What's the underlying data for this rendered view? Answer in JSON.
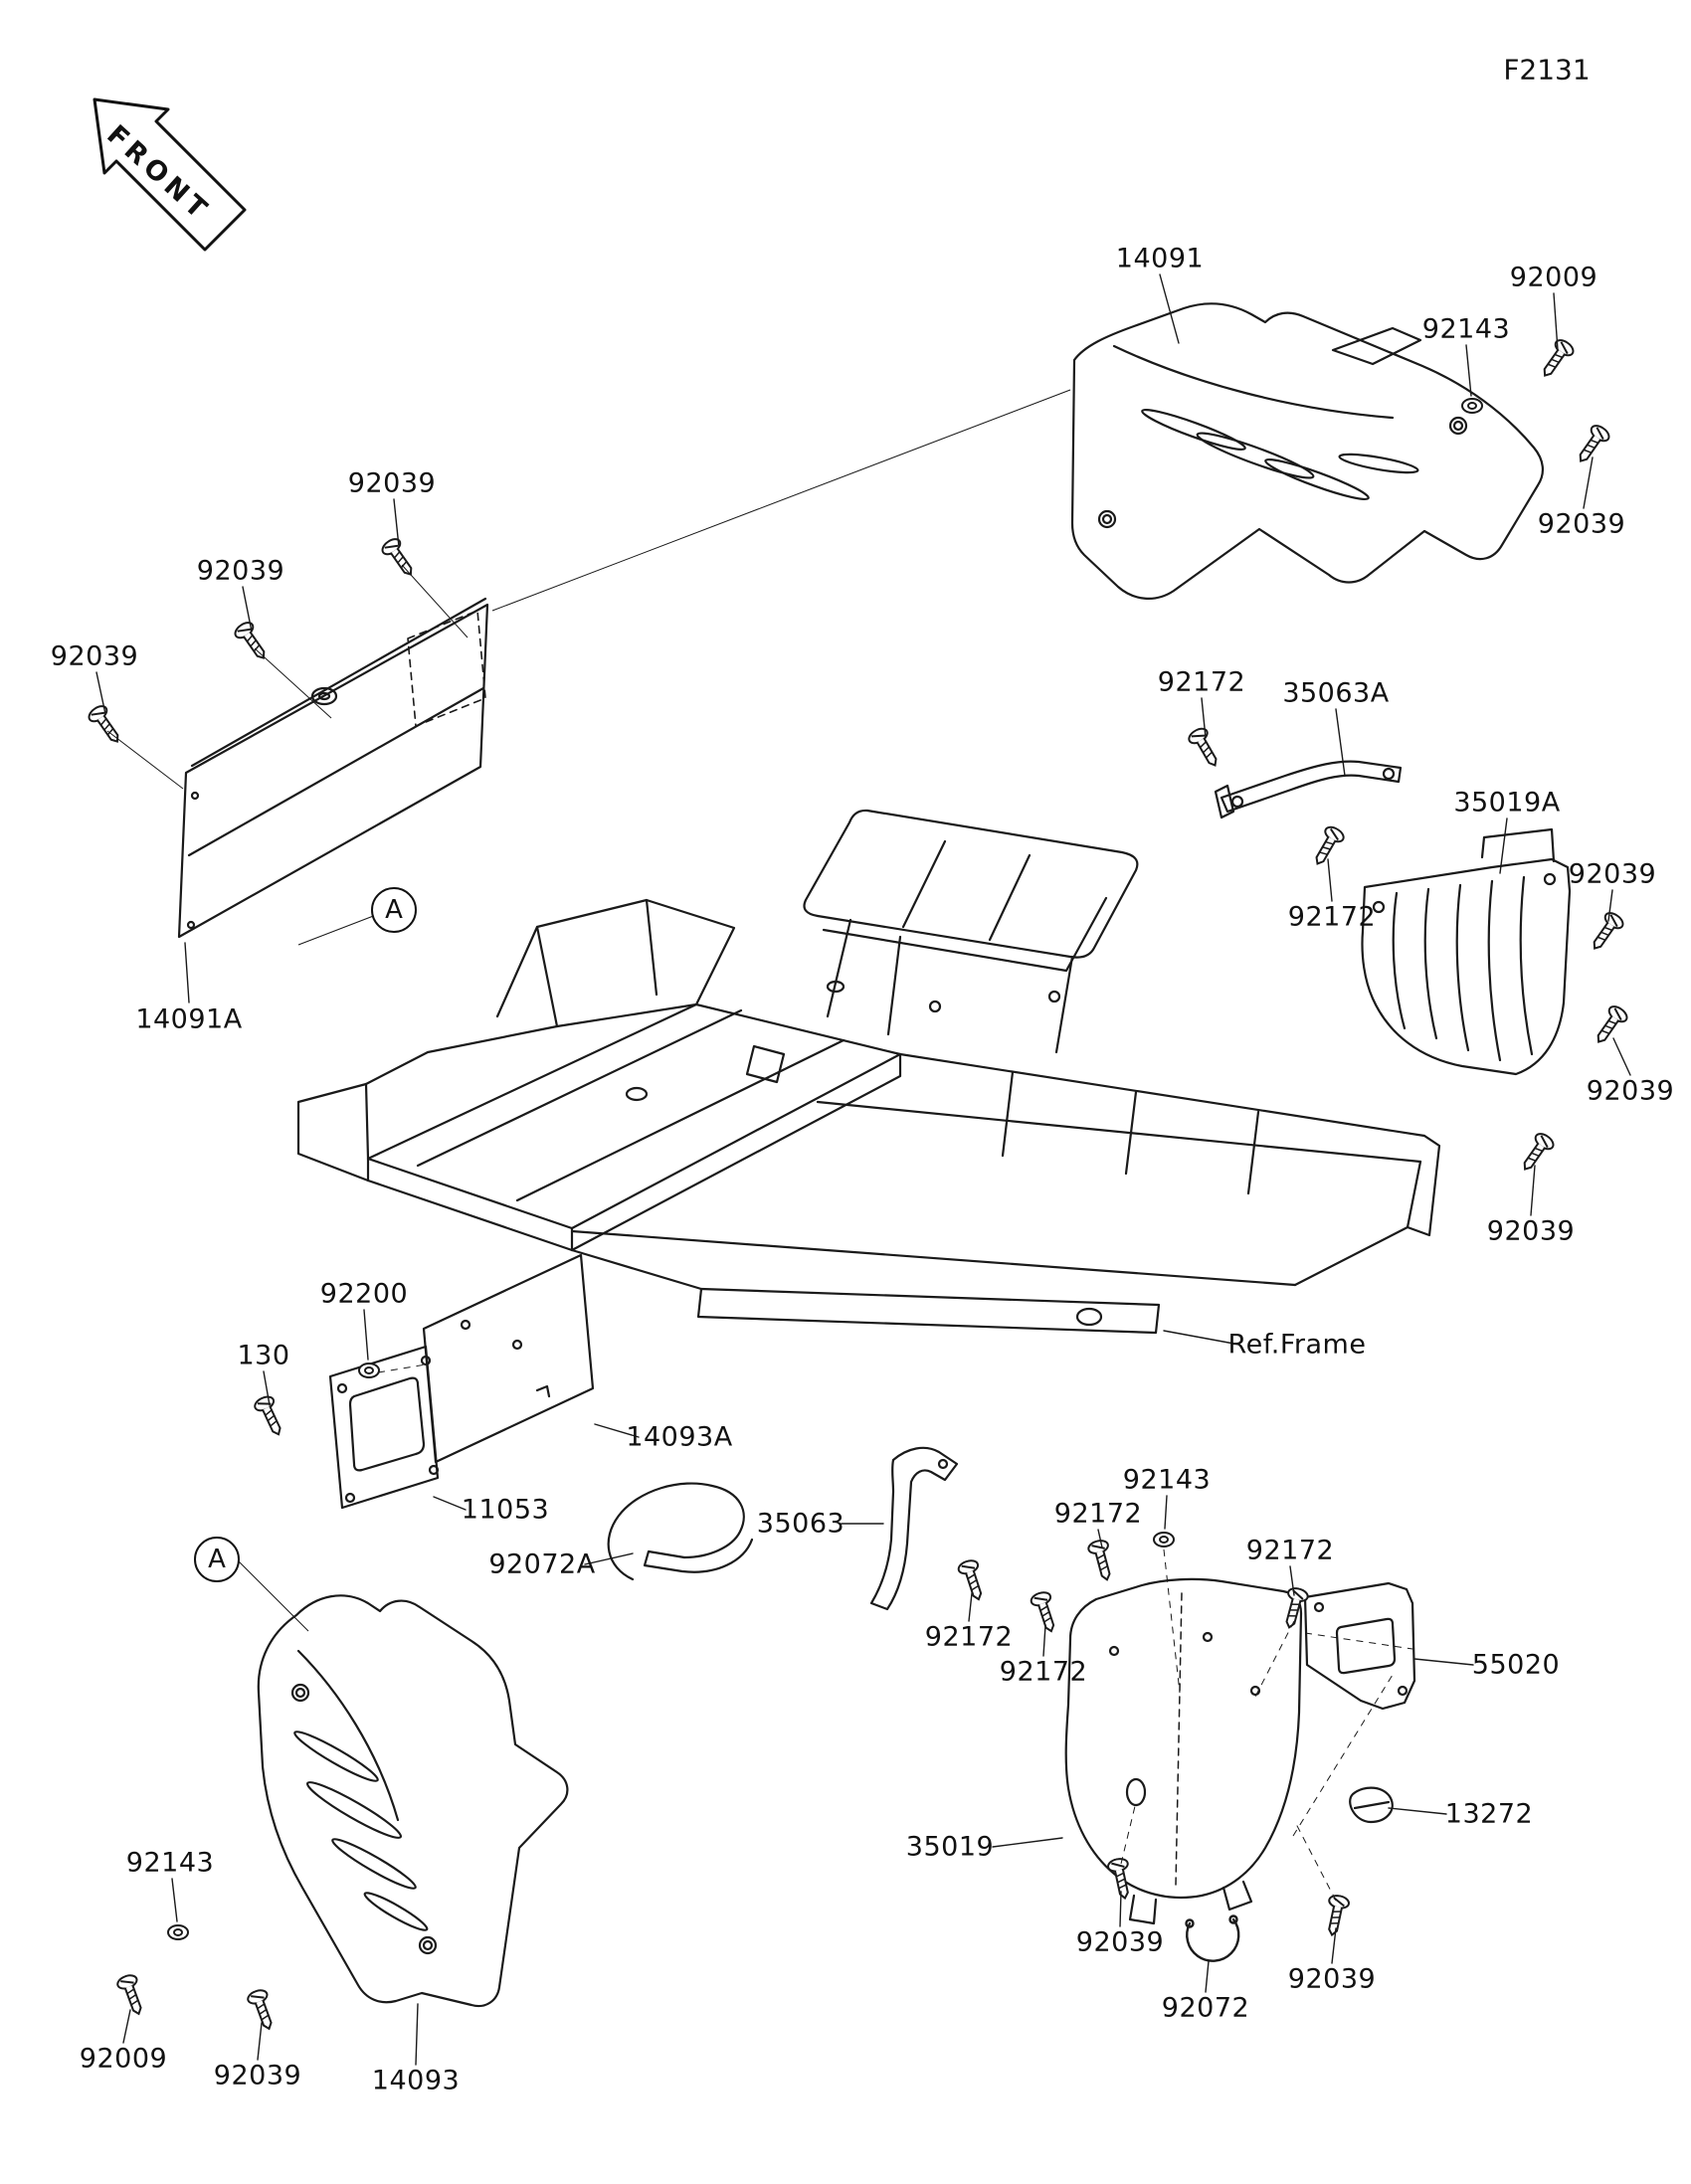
{
  "ink_color": "#1a1a1a",
  "header": {
    "figure_code": "F2131"
  },
  "front_arrow": {
    "label": "FRONT"
  },
  "view_markers": [
    {
      "label": "A"
    },
    {
      "label": "A"
    }
  ],
  "labels": [
    {
      "text": "14091"
    },
    {
      "text": "92009"
    },
    {
      "text": "92143"
    },
    {
      "text": "92039"
    },
    {
      "text": "92039"
    },
    {
      "text": "92039"
    },
    {
      "text": "92039"
    },
    {
      "text": "92172"
    },
    {
      "text": "35063A"
    },
    {
      "text": "35019A"
    },
    {
      "text": "92039"
    },
    {
      "text": "92172"
    },
    {
      "text": "92039"
    },
    {
      "text": "14091A"
    },
    {
      "text": "92039"
    },
    {
      "text": "Ref.Frame"
    },
    {
      "text": "92200"
    },
    {
      "text": "130"
    },
    {
      "text": "14093A"
    },
    {
      "text": "11053"
    },
    {
      "text": "92072A"
    },
    {
      "text": "35063"
    },
    {
      "text": "92143"
    },
    {
      "text": "92172"
    },
    {
      "text": "92172"
    },
    {
      "text": "55020"
    },
    {
      "text": "92172"
    },
    {
      "text": "92172"
    },
    {
      "text": "13272"
    },
    {
      "text": "35019"
    },
    {
      "text": "92039"
    },
    {
      "text": "92072"
    },
    {
      "text": "92039"
    },
    {
      "text": "92143"
    },
    {
      "text": "92009"
    },
    {
      "text": "92039"
    },
    {
      "text": "14093"
    }
  ]
}
